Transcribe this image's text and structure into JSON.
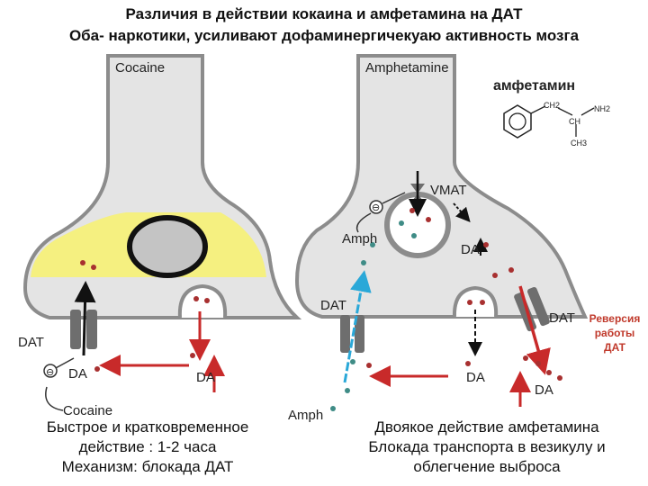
{
  "header": {
    "title": "Различия в действии кокаина и амфетамина на ДАТ",
    "subtitle": "Оба- наркотики, усиливают дофаминергичекуаю активность мозга"
  },
  "left_panel": {
    "drug_label": "Cocaine",
    "dat_label": "DAT",
    "da_label_left": "DA",
    "da_label_right": "DA",
    "inhibitor_symbol": "⊖",
    "cocaine_label": "Cocaine",
    "caption": [
      "Быстрое и кратковременное",
      "действие : 1-2 часа",
      "Механизм:  блокада ДАТ"
    ]
  },
  "right_panel": {
    "drug_label": "Amphetamine",
    "vmat_label": "VMAT",
    "amph_label_inner": "Amph",
    "inhibitor_symbol": "⊖",
    "da_label_vesicle": "DA",
    "dat_label_left": "DAT",
    "dat_label_right": "DAT",
    "da_label_mid": "DA",
    "da_label_right": "DA",
    "amph_label_outer": "Amph",
    "molecule_name": "амфетамин",
    "molecule_labels": {
      "ch2": "CH2",
      "ch": "CH",
      "nh2": "NH2",
      "ch3": "CH3"
    },
    "caption": [
      "Двоякое действие амфетамина",
      "Блокада транспорта в везикулу   и",
      "облегчение выброса"
    ]
  },
  "annotation": {
    "reversal": [
      "Реверсия",
      "работы",
      "ДАТ"
    ]
  },
  "colors": {
    "cytoplasm": "#e4e4e4",
    "membrane": "#8c8c8c",
    "yellow_zone": "#f5f07a",
    "arrow_red": "#c82a2a",
    "arrow_black": "#111111",
    "arrow_cyan": "#2aa8d8",
    "dot_red": "#a83030",
    "dot_teal": "#3f8c86"
  }
}
